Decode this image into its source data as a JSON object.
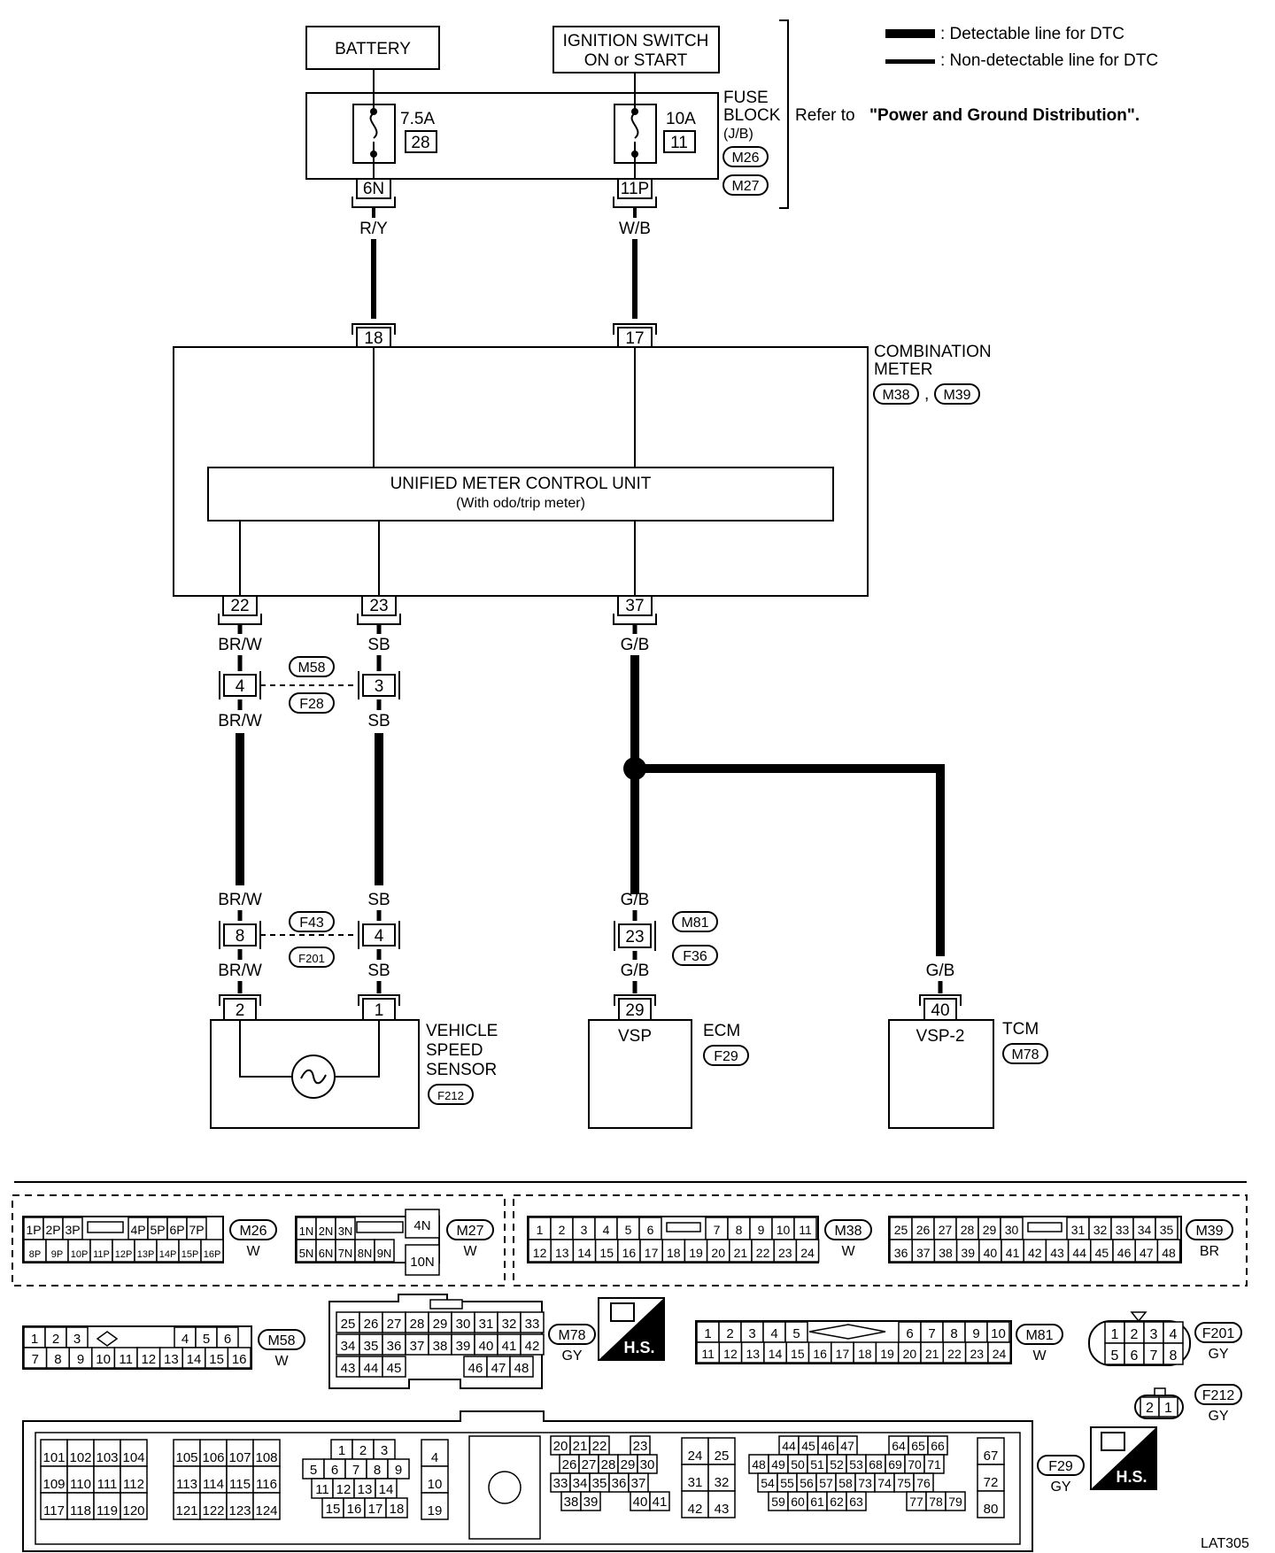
{
  "legend": {
    "detectable": ": Detectable line for DTC",
    "non_detectable": ": Non-detectable line for DTC"
  },
  "refer": {
    "prefix": "Refer to ",
    "title": "\"Power and Ground Distribution\"."
  },
  "sources": {
    "battery": "BATTERY",
    "ignition_l1": "IGNITION SWITCH",
    "ignition_l2": "ON or START"
  },
  "fuse_block": {
    "l1": "FUSE",
    "l2": "BLOCK",
    "l3": "(J/B)",
    "conn1": "M26",
    "conn2": "M27",
    "fuse_a_rating": "7.5A",
    "fuse_a_no": "28",
    "fuse_b_rating": "10A",
    "fuse_b_no": "11",
    "term_a": "6N",
    "term_b": "11P"
  },
  "wires": {
    "ry": "R/Y",
    "wb": "W/B",
    "brw": "BR/W",
    "sb": "SB",
    "gb": "G/B"
  },
  "combination_meter": {
    "l1": "COMBINATION",
    "l2": "METER",
    "conn1": "M38",
    "sep": ",",
    "conn2": "M39",
    "pin_in1": "18",
    "pin_in2": "17",
    "pin_out1": "22",
    "pin_out2": "23",
    "pin_out3": "37",
    "unit_l1": "UNIFIED METER CONTROL UNIT",
    "unit_l2": "(With odo/trip meter)"
  },
  "joints": {
    "j1_top": "M58",
    "j1_bot": "F28",
    "j1_p1": "4",
    "j1_p2": "3",
    "j2_top": "F43",
    "j2_bot": "F201",
    "j2_p1": "8",
    "j2_p2": "4",
    "j3_top": "M81",
    "j3_bot": "F36",
    "j3_p": "23"
  },
  "vss": {
    "l1": "VEHICLE",
    "l2": "SPEED",
    "l3": "SENSOR",
    "conn": "F212",
    "pin1": "2",
    "pin2": "1"
  },
  "ecm": {
    "name": "ECM",
    "conn": "F29",
    "pin": "29",
    "term": "VSP"
  },
  "tcm": {
    "name": "TCM",
    "conn": "M78",
    "pin": "40",
    "term": "VSP-2"
  },
  "connectors": {
    "m26": {
      "id": "M26",
      "color": "W",
      "row1": [
        "1P",
        "2P",
        "3P",
        "",
        "4P",
        "5P",
        "6P",
        "7P"
      ],
      "row2": [
        "8P",
        "9P",
        "10P",
        "11P",
        "12P",
        "13P",
        "14P",
        "15P",
        "16P"
      ]
    },
    "m27": {
      "id": "M27",
      "color": "W",
      "row1": [
        "1N",
        "2N",
        "3N",
        ""
      ],
      "row2": [
        "5N",
        "6N",
        "7N",
        "8N",
        "9N"
      ],
      "side": [
        "4N",
        "10N"
      ]
    },
    "m38": {
      "id": "M38",
      "color": "W",
      "row1": [
        "1",
        "2",
        "3",
        "4",
        "5",
        "6",
        "",
        "7",
        "8",
        "9",
        "10",
        "11"
      ],
      "row2": [
        "12",
        "13",
        "14",
        "15",
        "16",
        "17",
        "18",
        "19",
        "20",
        "21",
        "22",
        "23",
        "24"
      ]
    },
    "m39": {
      "id": "M39",
      "color": "BR",
      "row1": [
        "25",
        "26",
        "27",
        "28",
        "29",
        "30",
        "",
        "31",
        "32",
        "33",
        "34",
        "35"
      ],
      "row2": [
        "36",
        "37",
        "38",
        "39",
        "40",
        "41",
        "42",
        "43",
        "44",
        "45",
        "46",
        "47",
        "48"
      ]
    },
    "m58": {
      "id": "M58",
      "color": "W",
      "row1": [
        "1",
        "2",
        "3",
        "",
        "",
        "4",
        "5",
        "6"
      ],
      "row2": [
        "7",
        "8",
        "9",
        "10",
        "11",
        "12",
        "13",
        "14",
        "15",
        "16"
      ]
    },
    "m78": {
      "id": "M78",
      "color": "GY",
      "row1": [
        "25",
        "26",
        "27",
        "28",
        "29",
        "30",
        "31",
        "32",
        "33"
      ],
      "row2": [
        "34",
        "35",
        "36",
        "37",
        "38",
        "39",
        "40",
        "41",
        "42"
      ],
      "row3": [
        "43",
        "44",
        "45",
        "46",
        "47",
        "48"
      ]
    },
    "m81": {
      "id": "M81",
      "color": "W",
      "row1": [
        "1",
        "2",
        "3",
        "4",
        "5",
        "",
        "6",
        "7",
        "8",
        "9",
        "10"
      ],
      "row2": [
        "11",
        "12",
        "13",
        "14",
        "15",
        "16",
        "17",
        "18",
        "19",
        "20",
        "21",
        "22",
        "23",
        "24"
      ]
    },
    "f201": {
      "id": "F201",
      "color": "GY",
      "row1": [
        "1",
        "2",
        "3",
        "4"
      ],
      "row2": [
        "5",
        "6",
        "7",
        "8"
      ]
    },
    "f212": {
      "id": "F212",
      "color": "GY",
      "row1": [
        "2",
        "1"
      ]
    },
    "f29": {
      "id": "F29",
      "color": "GY",
      "b1": [
        [
          "101",
          "102",
          "103",
          "104"
        ],
        [
          "109",
          "110",
          "111",
          "112"
        ],
        [
          "117",
          "118",
          "119",
          "120"
        ]
      ],
      "b2": [
        [
          "105",
          "106",
          "107",
          "108"
        ],
        [
          "113",
          "114",
          "115",
          "116"
        ],
        [
          "121",
          "122",
          "123",
          "124"
        ]
      ],
      "b3": [
        [
          "1",
          "2",
          "3"
        ],
        [
          "5",
          "6",
          "7",
          "8",
          "9"
        ],
        [
          "11",
          "12",
          "13",
          "14"
        ],
        [
          "15",
          "16",
          "17",
          "18"
        ]
      ],
      "b4": [
        [
          "4"
        ],
        [
          "10"
        ],
        [
          "19"
        ]
      ],
      "b5": [
        [
          "20",
          "21",
          "22",
          "23"
        ],
        [
          "26",
          "27",
          "28",
          "29",
          "30"
        ],
        [
          "33",
          "34",
          "35",
          "36",
          "37"
        ],
        [
          "38",
          "39",
          "40",
          "41"
        ]
      ],
      "b6": [
        [
          "24",
          "25"
        ],
        [
          "31",
          "32"
        ],
        [
          "42",
          "43"
        ]
      ],
      "b7": [
        [
          "44",
          "45",
          "46",
          "47",
          "64",
          "65",
          "66"
        ],
        [
          "48",
          "49",
          "50",
          "51",
          "52",
          "53",
          "68",
          "69",
          "70",
          "71"
        ],
        [
          "54",
          "55",
          "56",
          "57",
          "58",
          "73",
          "74",
          "75",
          "76"
        ],
        [
          "59",
          "60",
          "61",
          "62",
          "63",
          "77",
          "78",
          "79"
        ]
      ],
      "b8": [
        [
          "67"
        ],
        [
          "72"
        ],
        [
          "80"
        ]
      ]
    },
    "hs": "H.S."
  },
  "figure_id": "LAT305"
}
